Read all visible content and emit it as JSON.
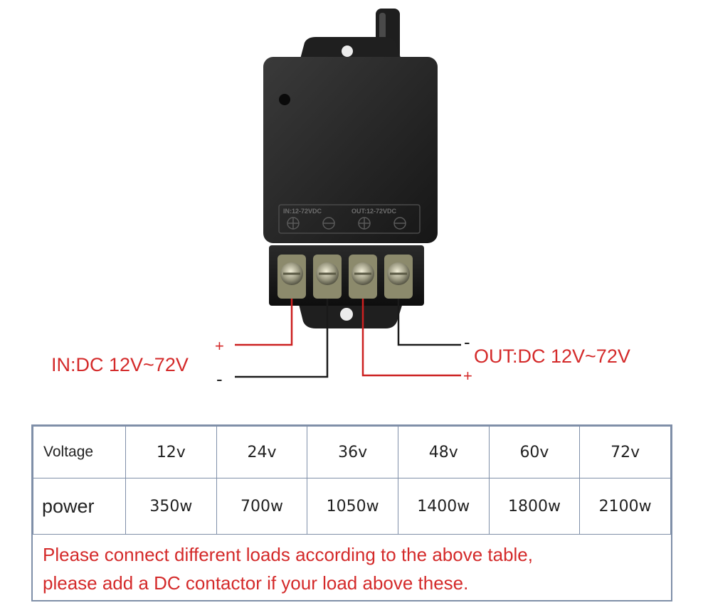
{
  "device": {
    "terminal_in_label": "IN:12-72VDC",
    "terminal_out_label": "OUT:12-72VDC"
  },
  "wiring": {
    "in_label": "IN:DC 12V~72V",
    "out_label": "OUT:DC 12V~72V",
    "plus": "+",
    "minus": "-"
  },
  "colors": {
    "label_red": "#d42a2a",
    "wire_red": "#cc2020",
    "wire_black": "#1a1a1a",
    "table_border": "#7f8fa8"
  },
  "table": {
    "row_headers": [
      "Voltage",
      "power"
    ],
    "voltages": [
      "12v",
      "24v",
      "36v",
      "48v",
      "60v",
      "72v"
    ],
    "powers": [
      "350w",
      "700w",
      "1050w",
      "1400w",
      "1800w",
      "2100w"
    ]
  },
  "note": {
    "line1": "Please connect different loads according to the above table,",
    "line2": "please add a DC contactor if your load above these."
  }
}
